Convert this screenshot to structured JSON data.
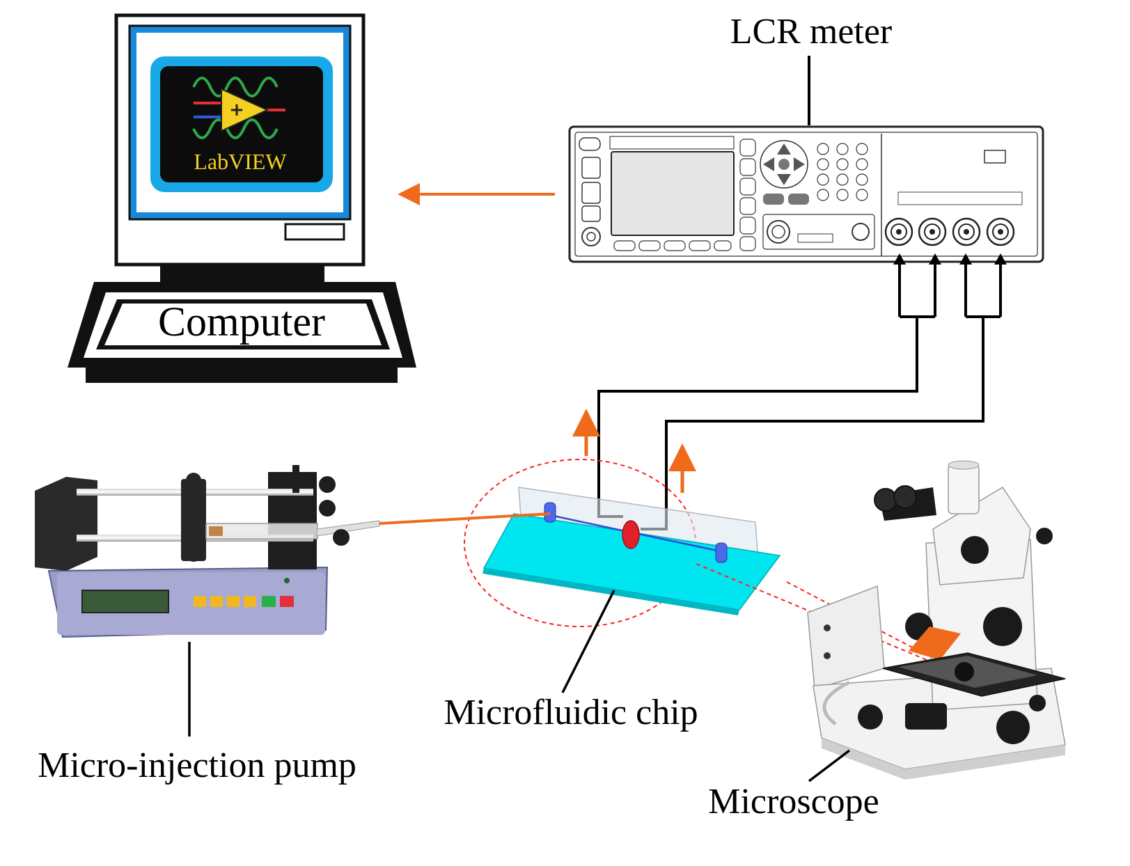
{
  "labels": {
    "lcr_meter": "LCR meter",
    "computer": "Computer",
    "labview": "LabVIEW",
    "micro_injection_pump": "Micro-injection pump",
    "microfluidic_chip": "Microfluidic chip",
    "microscope": "Microscope"
  },
  "colors": {
    "arrow": "#f06a1c",
    "chip_fill": "#00e6f0",
    "chip_cover": "#dfe8ee",
    "cell": "#e0202a",
    "dashed": "#ff2020",
    "screen_blue": "#1888d8",
    "screen_cyan": "#18b8e8",
    "pump_body": "#9a9cc8",
    "microscope_body": "#f2f2f2",
    "microscope_stage_orange": "#f06a1c"
  },
  "icons": {
    "computer": "desktop-computer-icon",
    "labview": "labview-logo-icon",
    "lcr_meter": "lcr-meter-device",
    "pump": "syringe-pump-device",
    "chip": "microfluidic-chip-device",
    "microscope": "microscope-device"
  }
}
